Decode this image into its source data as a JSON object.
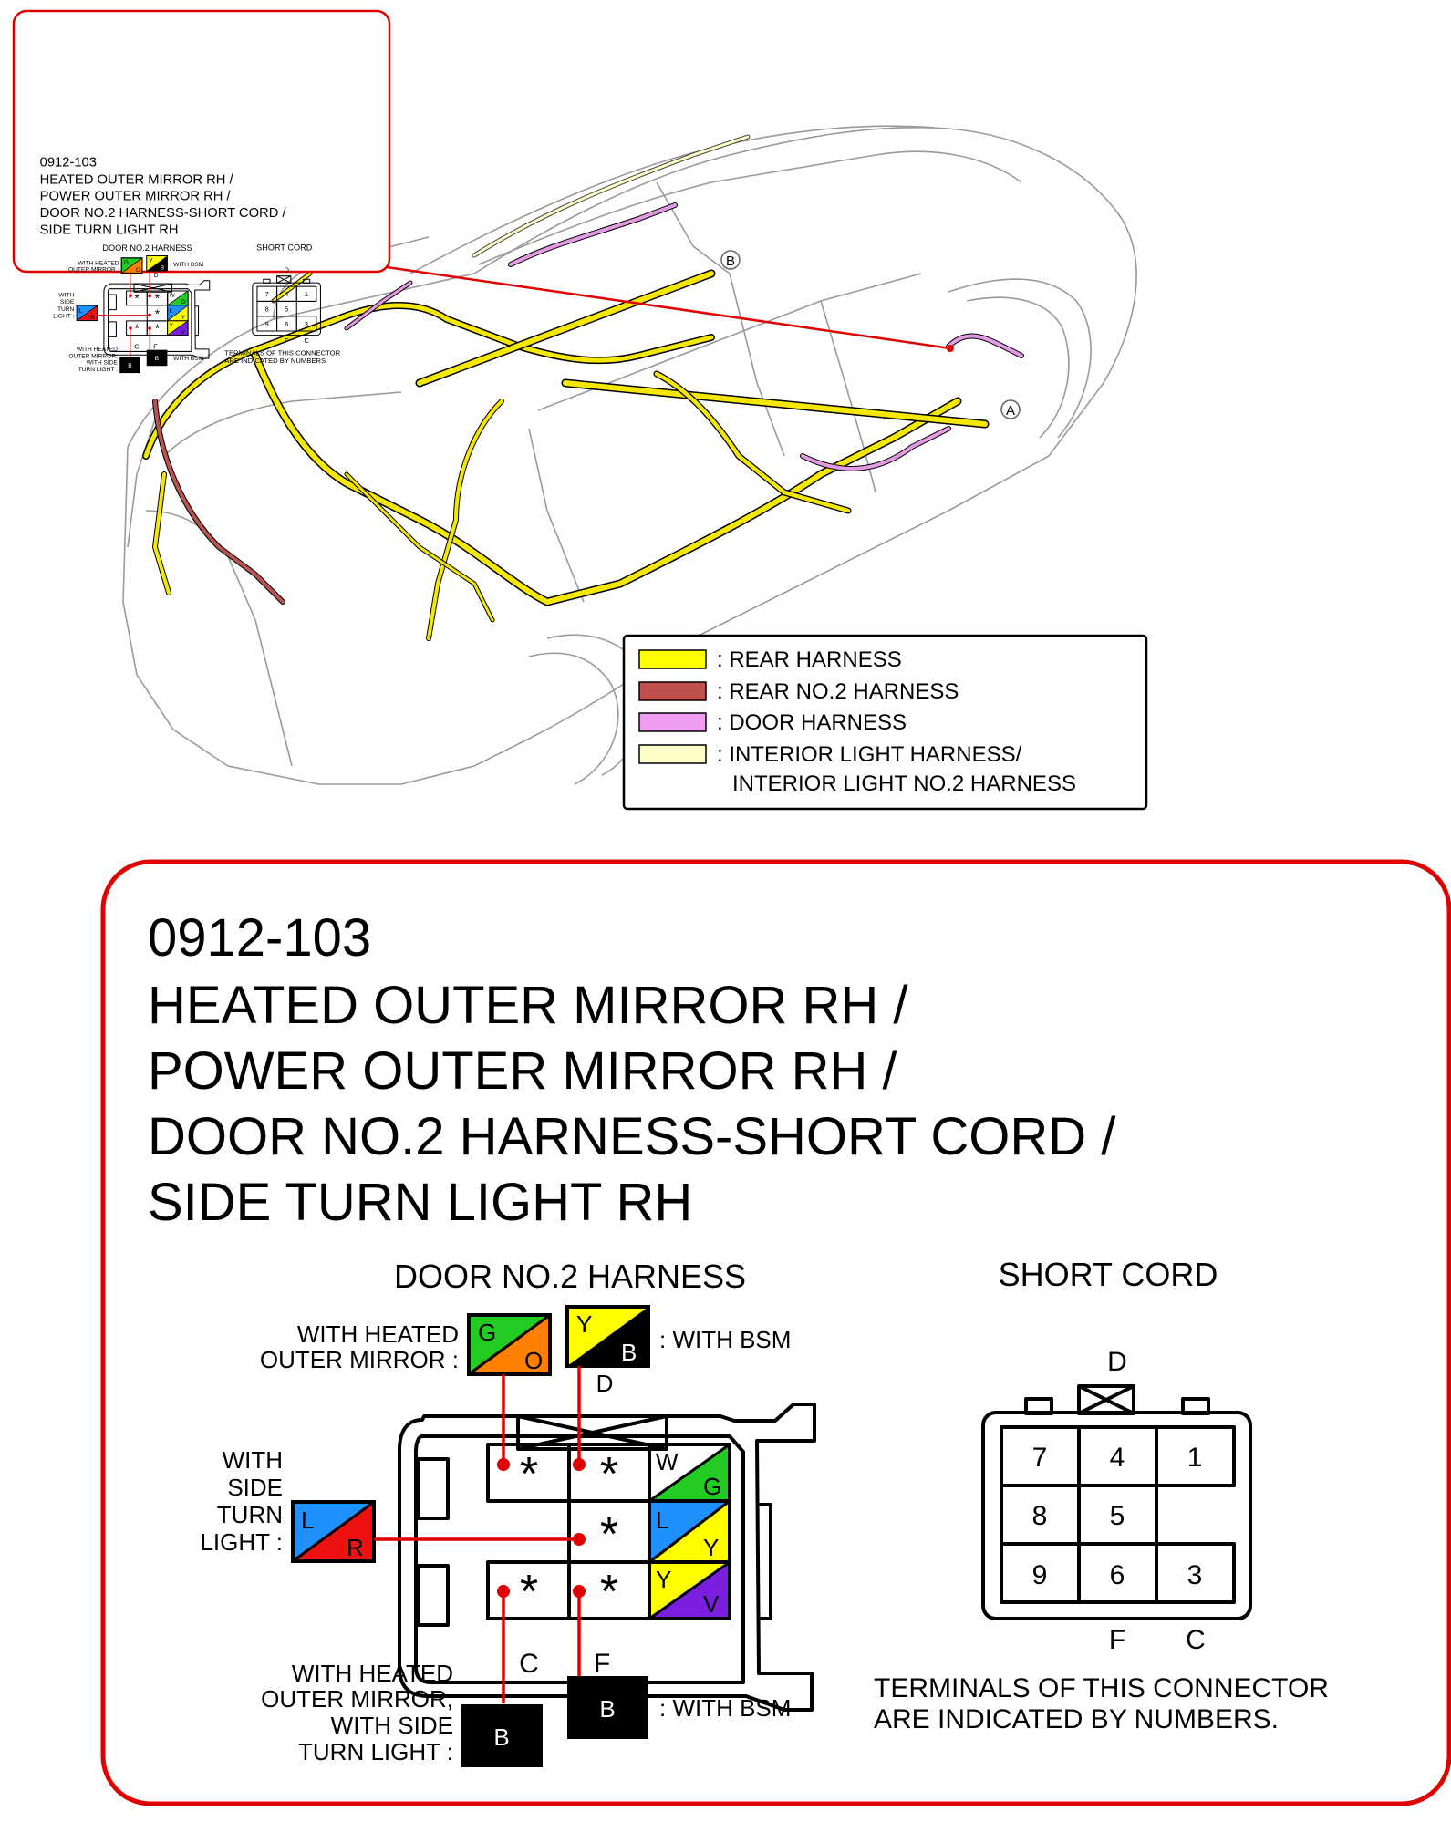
{
  "connector_code": "0912-103",
  "title_lines": [
    "HEATED OUTER MIRROR RH /",
    "POWER OUTER MIRROR RH /",
    "DOOR NO.2 HARNESS-SHORT CORD /",
    "SIDE TURN LIGHT RH"
  ],
  "callouts": {
    "a": "A",
    "b": "B"
  },
  "legend": [
    {
      "label": ": REAR HARNESS",
      "color": "#ffff00"
    },
    {
      "label": ": REAR NO.2 HARNESS",
      "color": "#c0504d"
    },
    {
      "label": ": DOOR HARNESS",
      "color": "#f09cf0"
    },
    {
      "label": ": INTERIOR LIGHT HARNESS/",
      "label2": "INTERIOR LIGHT NO.2 HARNESS",
      "color": "#ffffc8"
    }
  ],
  "harness_colors": {
    "rear": "#f4e800",
    "rear2": "#b85450",
    "door": "#e29ae2",
    "interior": "#ffffc8"
  },
  "door_harness": {
    "heading": "DOOR NO.2 HARNESS",
    "with_heated_lines": [
      "WITH HEATED",
      "OUTER MIRROR :"
    ],
    "with_bsm": ": WITH BSM",
    "with_side_turn_lines": [
      "WITH",
      "SIDE",
      "TURN",
      "LIGHT :"
    ],
    "bottom_left_lines": [
      "WITH HEATED",
      "OUTER MIRROR,",
      "WITH SIDE",
      "TURN LIGHT :"
    ],
    "with_bsm_bottom": ": WITH BSM",
    "marker_d": "D",
    "marker_c": "C",
    "marker_f": "F",
    "star": "*",
    "wires": {
      "go": {
        "a": "G",
        "b": "O",
        "ca": "#22cc22",
        "cb": "#ff7f00"
      },
      "yb": {
        "a": "Y",
        "b": "B",
        "ca": "#ffff00",
        "cb": "#000000"
      },
      "lr": {
        "a": "L",
        "b": "R",
        "ca": "#1e90ff",
        "cb": "#ee1111"
      },
      "wg": {
        "a": "W",
        "b": "G",
        "ca": "#ffffff",
        "cb": "#22cc22"
      },
      "ly": {
        "a": "L",
        "b": "Y",
        "ca": "#1e90ff",
        "cb": "#ffff00"
      },
      "yv": {
        "a": "Y",
        "b": "V",
        "ca": "#ffff00",
        "cb": "#7a1fe0"
      },
      "b": "B"
    },
    "accent": "#e00000"
  },
  "short_cord": {
    "heading": "SHORT CORD",
    "marker_d": "D",
    "marker_f": "F",
    "marker_c": "C",
    "pins": [
      "7",
      "4",
      "1",
      "8",
      "5",
      "9",
      "6",
      "3"
    ],
    "note_lines": [
      "TERMINALS OF THIS CONNECTOR",
      "ARE INDICATED BY NUMBERS."
    ]
  }
}
